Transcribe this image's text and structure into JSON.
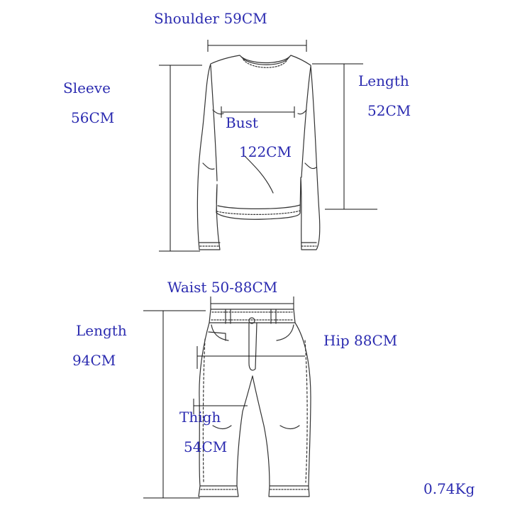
{
  "top": {
    "shoulder": "Shoulder 59CM",
    "sleeve_label": "Sleeve",
    "sleeve_value": "56CM",
    "length_label": "Length",
    "length_value": "52CM",
    "bust_label": "Bust",
    "bust_value": "122CM"
  },
  "bottom": {
    "waist": "Waist 50-88CM",
    "length_label": "Length",
    "length_value": "94CM",
    "hip": "Hip  88CM",
    "thigh_label": "Thigh",
    "thigh_value": "54CM"
  },
  "weight": "0.74Kg",
  "colors": {
    "label": "#2b2bb0",
    "line": "#222222"
  }
}
